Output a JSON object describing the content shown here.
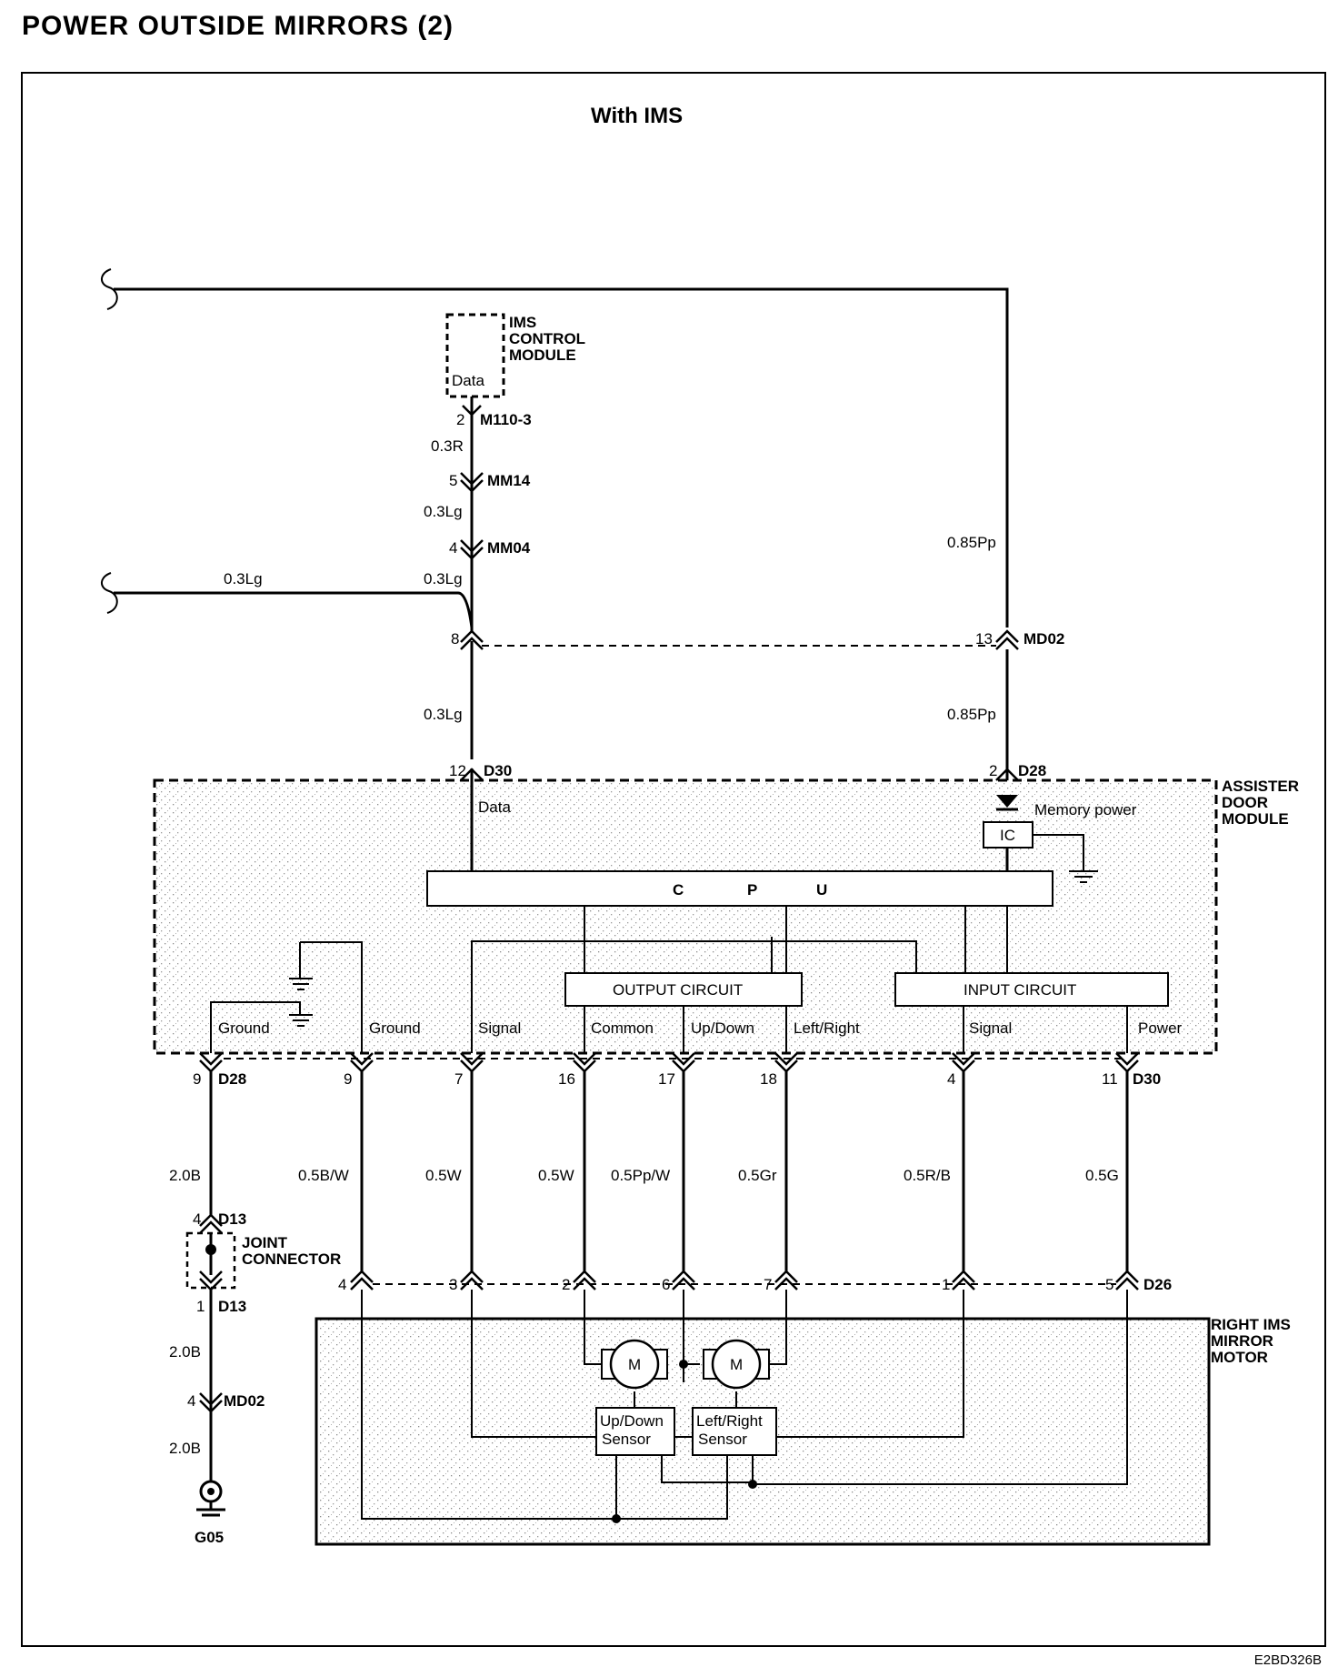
{
  "page": {
    "title": "POWER OUTSIDE MIRRORS (2)",
    "subtitle": "With IMS",
    "doc_code": "E2BD326B"
  },
  "ims_module": {
    "name_line1": "IMS",
    "name_line2": "CONTROL",
    "name_line3": "MODULE",
    "data_label": "Data"
  },
  "connectors": {
    "m110_pin": "2",
    "m110_name": "M110-3",
    "mm14_pin": "5",
    "mm14_name": "MM14",
    "mm04_pin": "4",
    "mm04_name": "MM04",
    "md02_left_pin": "8",
    "md02_right_pin": "13",
    "md02_name": "MD02",
    "d30_top_pin": "12",
    "d30_top_name": "D30",
    "d28_top_pin": "2",
    "d28_top_name": "D28",
    "d28_bottom_pin": "9",
    "d28_bottom_name": "D28",
    "d30_bottom_name": "D30",
    "d26_name": "D26",
    "d13_top_pin": "4",
    "d13_top_name": "D13",
    "d13_bottom_pin": "1",
    "d13_bottom_name": "D13",
    "md02_ground_pin": "4",
    "md02_ground_name": "MD02",
    "ground_name": "G05"
  },
  "wires": {
    "w_03r": "0.3R",
    "w_03lg_a": "0.3Lg",
    "w_03lg_b": "0.3Lg",
    "w_03lg_c": "0.3Lg",
    "w_03lg_d": "0.3Lg",
    "w_085pp_a": "0.85Pp",
    "w_085pp_b": "0.85Pp",
    "w_20b_a": "2.0B",
    "w_20b_b": "2.0B",
    "w_20b_c": "2.0B"
  },
  "assister_module": {
    "name_line1": "ASSISTER",
    "name_line2": "DOOR",
    "name_line3": "MODULE",
    "data_label": "Data",
    "memory_power": "Memory power",
    "ic_label": "IC",
    "cpu_c": "C",
    "cpu_p": "P",
    "cpu_u": "U",
    "output_circuit": "OUTPUT CIRCUIT",
    "input_circuit": "INPUT CIRCUIT"
  },
  "terminals": [
    {
      "label": "Ground",
      "pin": "9",
      "wire": ""
    },
    {
      "label": "Ground",
      "pin": "9",
      "wire": "0.5B/W",
      "motor_pin": "4"
    },
    {
      "label": "Signal",
      "pin": "7",
      "wire": "0.5W",
      "motor_pin": "3"
    },
    {
      "label": "Common",
      "pin": "16",
      "wire": "0.5W",
      "motor_pin": "2"
    },
    {
      "label": "Up/Down",
      "pin": "17",
      "wire": "0.5Pp/W",
      "motor_pin": "6"
    },
    {
      "label": "Left/Right",
      "pin": "18",
      "wire": "0.5Gr",
      "motor_pin": "7"
    },
    {
      "label": "Signal",
      "pin": "4",
      "wire": "0.5R/B",
      "motor_pin": "1"
    },
    {
      "label": "Power",
      "pin": "11",
      "wire": "0.5G",
      "motor_pin": "5"
    }
  ],
  "joint_connector": {
    "line1": "JOINT",
    "line2": "CONNECTOR"
  },
  "mirror_motor": {
    "name_line1": "RIGHT IMS",
    "name_line2": "MIRROR",
    "name_line3": "MOTOR",
    "motor_symbol": "M",
    "ud_sensor_line1": "Up/Down",
    "ud_sensor_line2": "Sensor",
    "lr_sensor_line1": "Left/Right",
    "lr_sensor_line2": "Sensor"
  }
}
